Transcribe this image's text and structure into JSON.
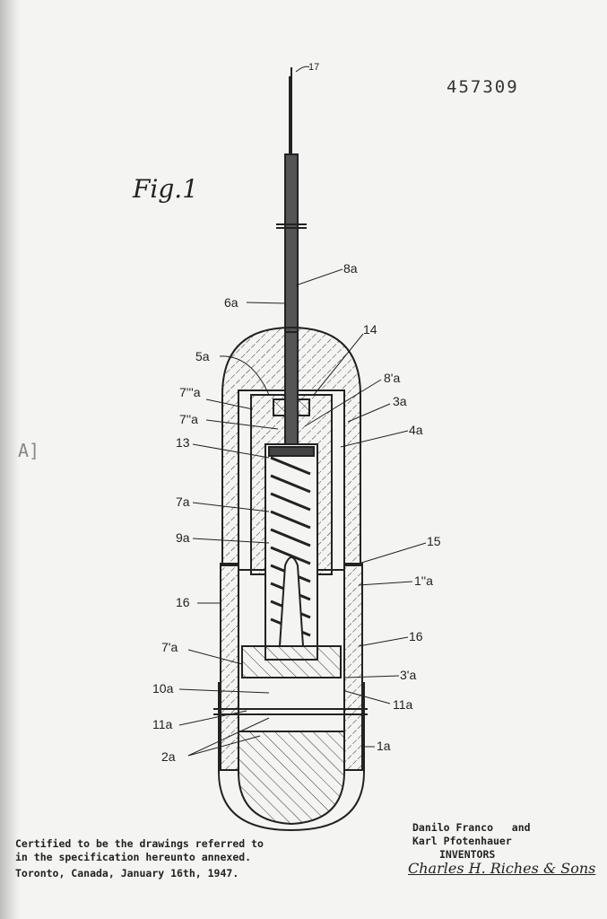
{
  "patent_number": "457309",
  "figure_label": "Fig.1",
  "margin_mark": "A]",
  "reference_labels": {
    "l17": "17",
    "l8a": "8a",
    "l6a": "6a",
    "l5a": "5a",
    "l14": "14",
    "l7ta": "7'''a",
    "l8pa": "8'a",
    "l3a": "3a",
    "l7dpa": "7''a",
    "l4a": "4a",
    "l13": "13",
    "l7a": "7a",
    "l9a": "9a",
    "l15": "15",
    "l1dpa": "1''a",
    "l16a": "16",
    "l16b": "16",
    "l7pa": "7'a",
    "l3pa": "3'a",
    "l10a": "10a",
    "l11a_left": "11a",
    "l11a_right": "11a",
    "l2a": "2a",
    "l1a": "1a"
  },
  "certification": {
    "line1": "Certified to be the drawings referred to",
    "line2": "in the specification hereunto annexed.",
    "line3": "Toronto, Canada, January 16th, 1947."
  },
  "inventors": {
    "name1": "Danilo Franco",
    "and": "and",
    "name2": "Karl Pfotenhauer",
    "title": "INVENTORS"
  },
  "signature": "Charles H. Riches & Sons"
}
